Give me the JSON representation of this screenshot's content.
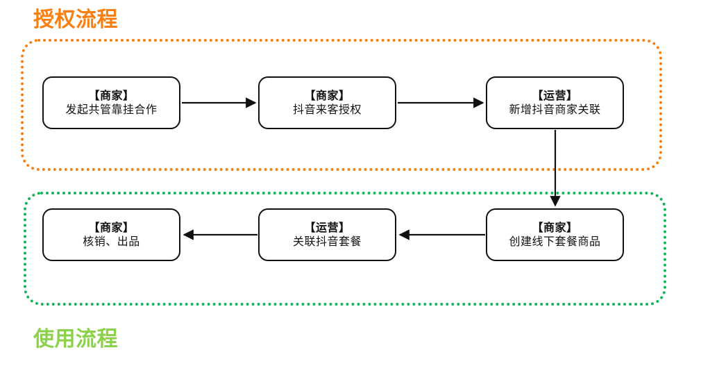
{
  "diagram": {
    "title_auth": "授权流程",
    "title_usage": "使用流程",
    "colors": {
      "auth_accent": "#F98010",
      "usage_accent": "#8BD14A",
      "usage_border": "#10B45A",
      "node_border": "#111111",
      "connector": "#111111",
      "background": "#FFFFFF"
    },
    "groups": [
      {
        "id": "auth",
        "label": "授权流程",
        "border_style": "dotted",
        "border_color": "#F98010"
      },
      {
        "id": "usage",
        "label": "使用流程",
        "border_style": "dotted",
        "border_color": "#10B45A"
      }
    ],
    "nodes": [
      {
        "id": "node-1",
        "role": "【商家】",
        "action": "发起共管靠挂合作",
        "group": "auth"
      },
      {
        "id": "node-2",
        "role": "【商家】",
        "action": "抖音来客授权",
        "group": "auth"
      },
      {
        "id": "node-3",
        "role": "【运营】",
        "action": "新增抖音商家关联",
        "group": "auth"
      },
      {
        "id": "node-4",
        "role": "【商家】",
        "action": "核销、出品",
        "group": "usage"
      },
      {
        "id": "node-5",
        "role": "【运营】",
        "action": "关联抖音套餐",
        "group": "usage"
      },
      {
        "id": "node-6",
        "role": "【商家】",
        "action": "创建线下套餐商品",
        "group": "usage"
      }
    ],
    "edges": [
      {
        "from": "node-1",
        "to": "node-2",
        "direction": "right"
      },
      {
        "from": "node-2",
        "to": "node-3",
        "direction": "right"
      },
      {
        "from": "node-3",
        "to": "node-6",
        "direction": "down"
      },
      {
        "from": "node-6",
        "to": "node-5",
        "direction": "left"
      },
      {
        "from": "node-5",
        "to": "node-4",
        "direction": "left"
      }
    ]
  }
}
